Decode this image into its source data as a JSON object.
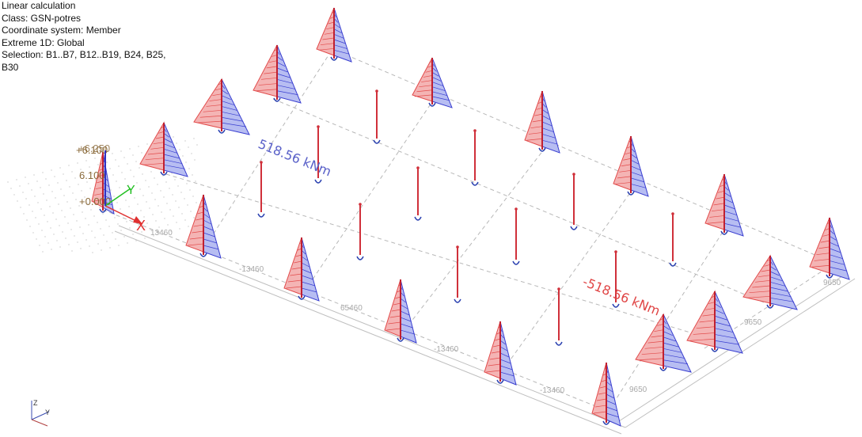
{
  "info": {
    "line1": "Linear calculation",
    "line2": "Class: GSN-potres",
    "line3": "Coordinate system: Member",
    "line4": "Extreme 1D: Global",
    "line5": "Selection: B1..B7, B12..B19, B24, B25,",
    "line6": "B30"
  },
  "annotations": {
    "max_moment": "518.56 kNm",
    "min_moment": "-518.56 kNm"
  },
  "levels": {
    "top_a": "+6.100",
    "top_b": "+6.250",
    "mid": "6.100",
    "base": "+0.000"
  },
  "dimensions": {
    "bay_x": "13460",
    "bay_y": "9650",
    "bay_x_neg": "-13460",
    "overlay": "65460"
  },
  "axes": {
    "x": "X",
    "y": "Y",
    "z": "Z"
  },
  "colors": {
    "positive": "#e24b4b",
    "negative": "#3a3fd0",
    "column": "#d0303a",
    "grid": "#b8b8b8"
  }
}
